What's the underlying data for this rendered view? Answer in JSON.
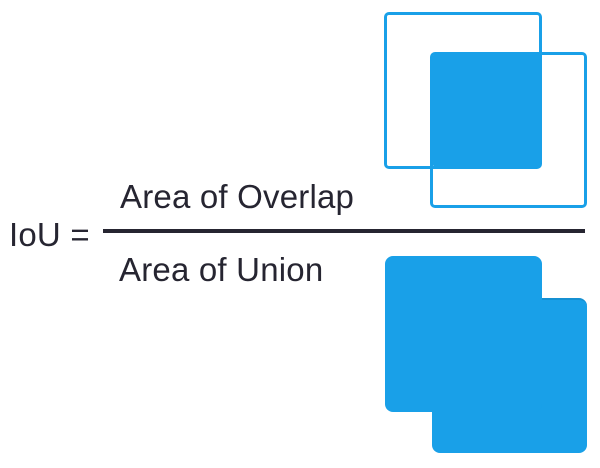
{
  "page": {
    "background": "#ffffff",
    "kind": "iou-equation-figure"
  },
  "colors": {
    "accent_blue": "#19A0E8",
    "ink": "#262531",
    "seam_blue": "#1590d2"
  },
  "formula": {
    "lhs": "IoU =",
    "numerator": "Area of Overlap",
    "denominator": "Area of Union"
  },
  "diagrams": {
    "overlap": {
      "name": "overlap-diagram",
      "shapes": [
        "box-a-outline",
        "box-b-outline",
        "intersection-fill"
      ]
    },
    "union": {
      "name": "union-diagram",
      "shapes": [
        "union-box-a",
        "union-box-b"
      ]
    }
  }
}
